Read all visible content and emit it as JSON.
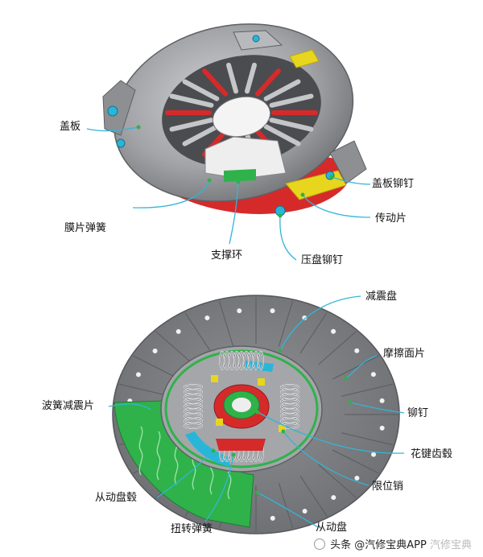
{
  "clutch_cover": {
    "labels": {
      "cover_plate": "盖板",
      "cover_rivet": "盖板铆钉",
      "diaphragm_spring": "膜片弹簧",
      "drive_strap": "传动片",
      "support_ring": "支撑环",
      "pressure_plate_rivet": "压盘铆钉"
    }
  },
  "clutch_disc": {
    "labels": {
      "damper_disc": "减震盘",
      "friction_facing": "摩擦面片",
      "wave_damper_plate": "波簧减震片",
      "rivet": "铆钉",
      "spline_hub": "花键齿毂",
      "driven_hub": "从动盘毂",
      "stop_pin": "限位销",
      "torsion_spring": "扭转弹簧",
      "driven_plate": "从动盘"
    }
  },
  "watermark": {
    "prefix": "头条 ",
    "handle": "@汽修宝典APP",
    "faint": "汽修宝典"
  },
  "colors": {
    "metal": "#9c9ea2",
    "metal_dark": "#6e7074",
    "red": "#d62a2a",
    "yellow": "#e8d61e",
    "green": "#2fb24a",
    "cyan": "#28b6d8",
    "leader": "#33b5d6"
  }
}
